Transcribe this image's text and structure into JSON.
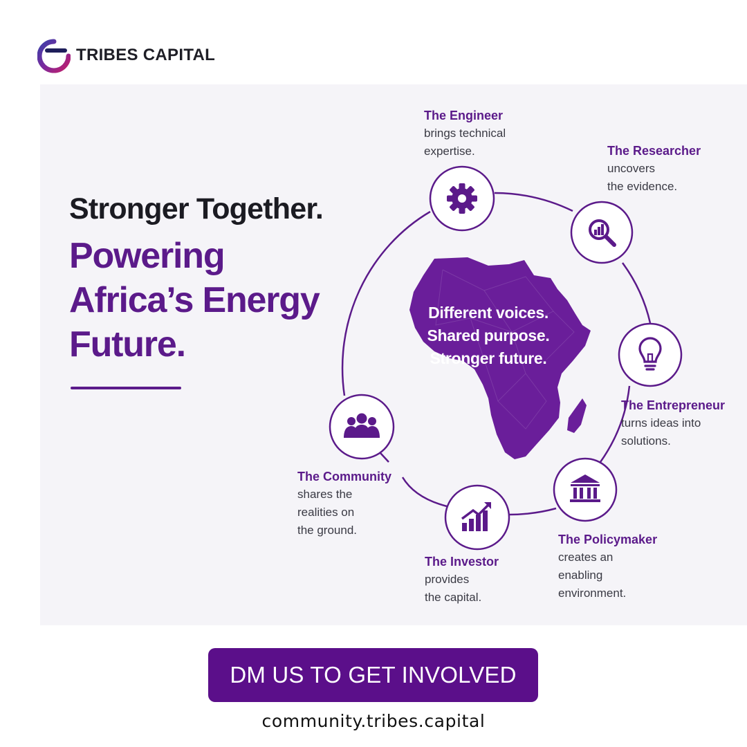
{
  "brand": {
    "name": "TRIBES CAPITAL",
    "logo_icon": "tribes-t-logo-icon"
  },
  "headline": {
    "line1": "Stronger Together.",
    "line2": [
      "Powering",
      "Africa’s Energy",
      "Future."
    ]
  },
  "center_caption": [
    "Different voices.",
    "Shared purpose.",
    "Stronger future."
  ],
  "roles": {
    "engineer": {
      "title": "The Engineer",
      "lines": [
        "brings technical",
        "expertise."
      ],
      "icon": "gear-icon"
    },
    "researcher": {
      "title": "The Researcher",
      "lines": [
        "uncovers",
        "the evidence."
      ],
      "icon": "magnifier-chart-icon"
    },
    "entrepreneur": {
      "title": "The Entrepreneur",
      "lines": [
        "turns ideas into",
        "solutions."
      ],
      "icon": "lightbulb-icon"
    },
    "policymaker": {
      "title": "The Policymaker",
      "lines": [
        "creates an",
        "enabling",
        "environment."
      ],
      "icon": "government-building-icon"
    },
    "investor": {
      "title": "The Investor",
      "lines": [
        "provides",
        "the capital."
      ],
      "icon": "growth-chart-icon"
    },
    "community": {
      "title": "The Community",
      "lines": [
        "shares the",
        "realities on",
        "the ground."
      ],
      "icon": "people-group-icon"
    }
  },
  "cta": {
    "label": "DM US TO GET INVOLVED"
  },
  "footer": {
    "url": "community.tribes.capital"
  },
  "colors": {
    "purple": "#5b1a8a",
    "cta": "#5b0f8a",
    "africa": "#6a1e9a",
    "panel": "#f5f4f8"
  }
}
